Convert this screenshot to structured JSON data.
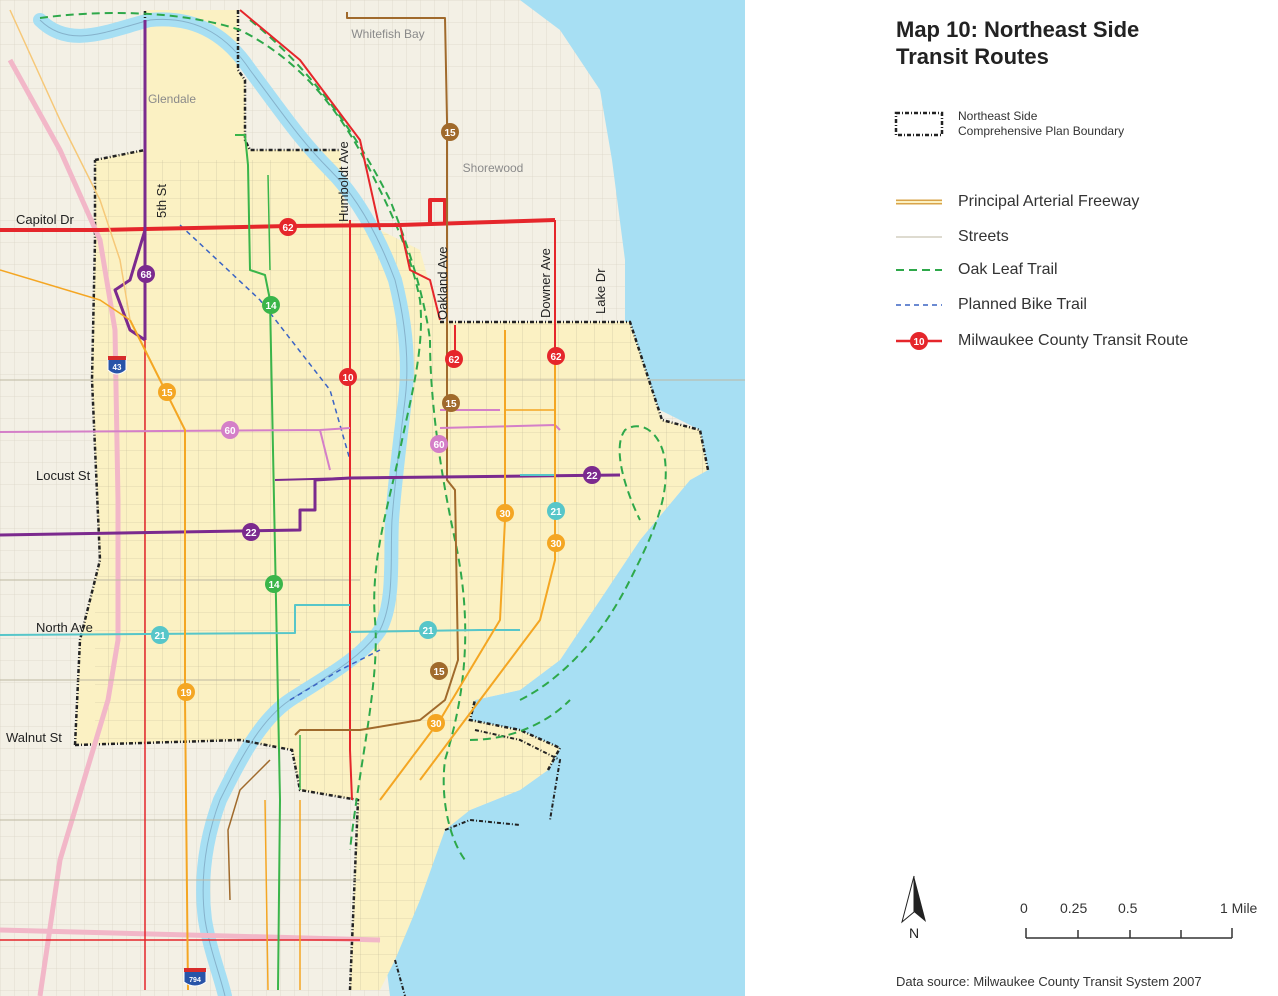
{
  "map": {
    "place_labels": {
      "whitefish_bay": "Whitefish Bay",
      "glendale": "Glendale",
      "shorewood": "Shorewood"
    },
    "street_labels": {
      "capitol_dr": "Capitol Dr",
      "fifth_st": "5th St",
      "humboldt_ave": "Humboldt Ave",
      "oakland_ave": "Oakland Ave",
      "downer_ave": "Downer Ave",
      "lake_dr": "Lake Dr",
      "locust_st": "Locust St",
      "north_ave": "North Ave",
      "walnut_st": "Walnut St"
    },
    "route_badges": {
      "r15_top": "15",
      "r62_capitol": "62",
      "r68": "68",
      "r14_a": "14",
      "r10": "10",
      "r62_oakland": "62",
      "r62_downer": "62",
      "r15_mid": "15",
      "r15_a": "15",
      "r60_w": "60",
      "r60_e": "60",
      "r22_e": "22",
      "r22_w": "22",
      "r30_a": "30",
      "r21_a": "21",
      "r30_b": "30",
      "r14_b": "14",
      "r21_w": "21",
      "r21_e": "21",
      "r15_south": "15",
      "r19": "19",
      "r30_c": "30"
    },
    "shields": {
      "i43": "43",
      "i794": "794"
    },
    "colors": {
      "lake": "#a7dff3",
      "plan_area": "#fbf1c3",
      "outside": "#f2efe4",
      "transit_red": "#e5262b",
      "trail_green": "#2ea84a",
      "bike_blue": "#3a63c4",
      "route_purple": "#7b2a8e",
      "route_orange": "#f4a623",
      "route_cyan": "#57c6c9",
      "route_pink": "#d47fc8",
      "route_brown": "#a06a2c",
      "route_green": "#3ab54a"
    }
  },
  "legend": {
    "title_line1": "Map 10: Northeast Side",
    "title_line2": "Transit Routes",
    "boundary_line1": "Northeast Side",
    "boundary_line2": "Comprehensive Plan Boundary",
    "freeway": "Principal Arterial Freeway",
    "streets": "Streets",
    "oak_leaf": "Oak Leaf Trail",
    "bike": "Planned Bike Trail",
    "transit": "Milwaukee County Transit Route",
    "transit_sample": "10"
  },
  "scale": {
    "labels": [
      "0",
      "0.25",
      "0.5",
      "1 Mile"
    ]
  },
  "north_arrow": "N",
  "source": "Data source:  Milwaukee County Transit System 2007"
}
